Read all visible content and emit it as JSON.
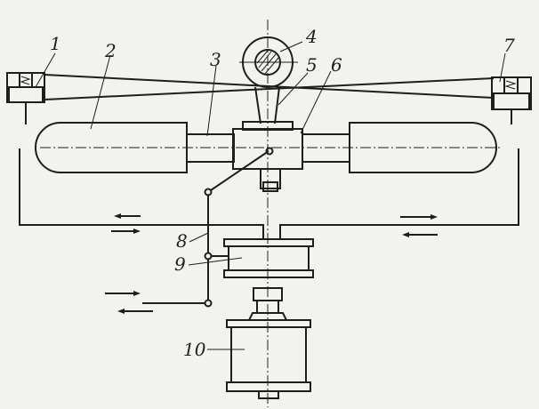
{
  "labels": {
    "l1": "1",
    "l2": "2",
    "l3": "3",
    "l4": "4",
    "l5": "5",
    "l6": "6",
    "l7": "7",
    "l8": "8",
    "l9": "9",
    "l10": "10"
  },
  "ink_color": "#1e1e1e",
  "paper_color": "#f2f2ee"
}
